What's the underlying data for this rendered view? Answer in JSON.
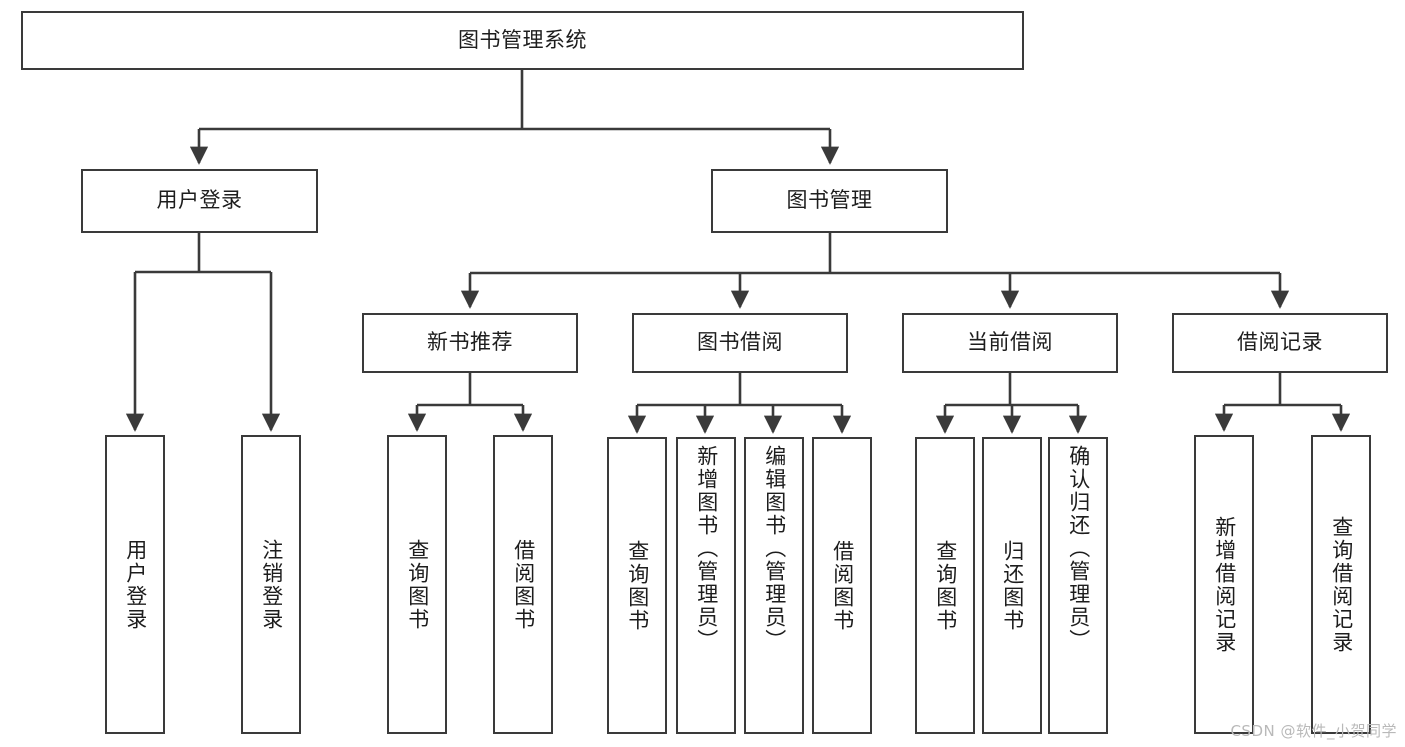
{
  "diagram": {
    "type": "tree",
    "title": "图书管理系统",
    "watermark": "CSDN @软件_小贺同学",
    "colors": {
      "stroke": "#3a3a3a",
      "text": "#1d1d1d",
      "background": "#ffffff",
      "watermark": "#b9b9b9"
    },
    "root": {
      "label": "图书管理系统"
    },
    "level2": [
      {
        "label": "用户登录"
      },
      {
        "label": "图书管理"
      }
    ],
    "level3": [
      {
        "label": "新书推荐"
      },
      {
        "label": "图书借阅"
      },
      {
        "label": "当前借阅"
      },
      {
        "label": "借阅记录"
      }
    ],
    "leaves": {
      "user_login": [
        {
          "label": "用户登录"
        },
        {
          "label": "注销登录"
        }
      ],
      "new_book_recommend": [
        {
          "label": "查询图书"
        },
        {
          "label": "借阅图书"
        }
      ],
      "book_borrow": [
        {
          "label": "查询图书"
        },
        {
          "label": "新增图书（管理员）"
        },
        {
          "label": "编辑图书（管理员）"
        },
        {
          "label": "借阅图书"
        }
      ],
      "current_borrow": [
        {
          "label": "查询图书"
        },
        {
          "label": "归还图书"
        },
        {
          "label": "确认归还（管理员）"
        }
      ],
      "borrow_record": [
        {
          "label": "新增借阅记录"
        },
        {
          "label": "查询借阅记录"
        }
      ]
    }
  }
}
